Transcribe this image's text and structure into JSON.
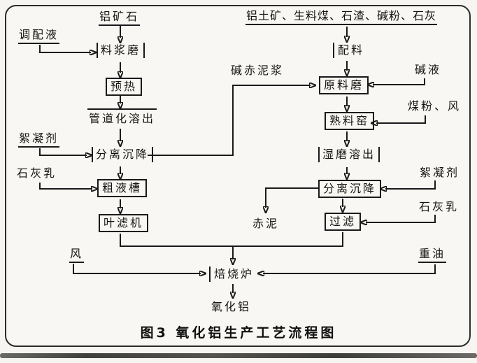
{
  "figure": {
    "caption": "图3  氧化铝生产工艺流程图"
  },
  "nodes": {
    "bauxite_ore": "铝矿石",
    "slurry_mill": "料浆磨",
    "preheat": "预热",
    "pipeline_digestion": "管道化溶出",
    "separation_settling_left": "分离沉降",
    "crude_liquor_tank": "粗液槽",
    "leaf_filter": "叶滤机",
    "raw_materials": "铝土矿、生料煤、石渣、碱粉、石灰",
    "batching": "配料",
    "raw_mill": "原料磨",
    "clinker_kiln": "熟料窑",
    "wet_mill_digestion": "湿磨溶出",
    "separation_settling_right": "分离沉降",
    "filtration": "过滤",
    "red_mud": "赤泥",
    "roasting_furnace": "焙烧炉",
    "alumina": "氧化铝"
  },
  "inputs": {
    "mixing_liquor": "调配液",
    "flocculant_left": "絮凝剂",
    "lime_milk_left": "石灰乳",
    "alkali_red_mud_slurry": "碱赤泥浆",
    "alkali_liquor": "碱液",
    "coal_powder_air": "煤粉、风",
    "flocculant_right": "絮凝剂",
    "lime_milk_right": "石灰乳",
    "heavy_oil": "重油",
    "air": "风"
  },
  "colors": {
    "ink": "#1a1a1a",
    "paper": "#f6f5f1"
  }
}
